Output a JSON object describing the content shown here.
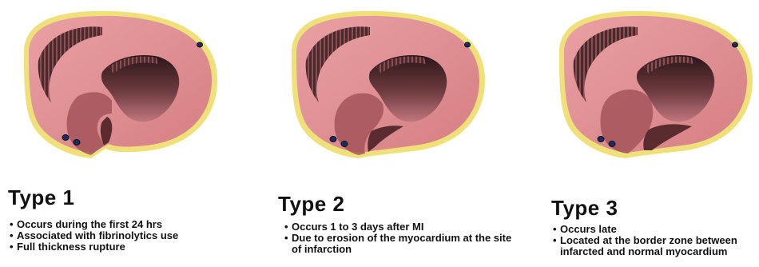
{
  "panels": [
    {
      "title": "Type 1",
      "bullets": [
        "Occurs during the first 24 hrs",
        "Associated with fibrinolytics use",
        "Full thickness rupture"
      ]
    },
    {
      "title": "Type 2",
      "bullets": [
        "Occurs 1 to 3 days after MI",
        "Due to erosion of the myocardium at the site of infarction"
      ]
    },
    {
      "title": "Type 3",
      "bullets": [
        "Occurs late",
        "Located at the border zone between infarcted and normal myocardium"
      ]
    }
  ],
  "colors": {
    "myocardium": "#e28e92",
    "myocardium_dark": "#b76368",
    "epicardium": "#efe07a",
    "infarct": "#a5535a",
    "cavity_wall": "#3b2325",
    "vessel": "#1e2a66"
  }
}
